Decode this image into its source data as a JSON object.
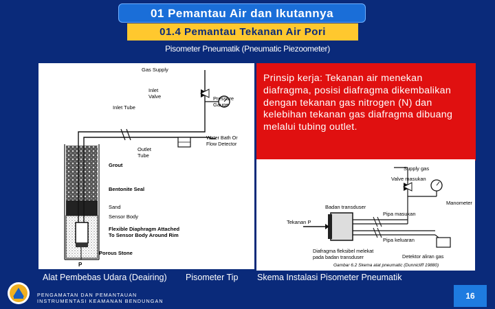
{
  "header": {
    "title": "01  Pemantau Air dan Ikutannya",
    "subtitle": "01.4  Pemantau Tekanan Air Pori"
  },
  "section": {
    "caption": "Pisometer Pneumatik (Pneumatic Piezoometer)"
  },
  "principle": {
    "text": "Prinsip kerja: Tekanan air menekan diafragma, posisi diafragma dikembalikan dengan tekanan gas nitrogen (N) dan kelebihan tekanan gas diafragma dibuang melalui tubing outlet."
  },
  "left_diagram": {
    "labels": {
      "gas_supply": "Gas Supply",
      "inlet_valve_1": "Inlet",
      "inlet_valve_2": "Valve",
      "pressure_gauge_1": "Pressure",
      "pressure_gauge_2": "Gauge",
      "inlet_tube": "Inlet Tube",
      "water_bath_1": "Water Bath Or",
      "water_bath_2": "Flow Detector",
      "outlet_tube_1": "Outlet",
      "outlet_tube_2": "Tube",
      "grout": "Grout",
      "bentonite": "Bentonite Seal",
      "sand": "Sand",
      "sensor_body": "Sensor Body",
      "diaphragm_1": "Flexible Diaphragm Attached",
      "diaphragm_2": "To Sensor Body Around Rim",
      "porous_stone": "Porous Stone",
      "p": "P"
    }
  },
  "right_diagram": {
    "labels": {
      "supply_gas": "Supply gas",
      "valve_masukan": "Valve masukan",
      "manometer": "Manometer",
      "badan_transduser": "Badan transduser",
      "pipa_masukan": "Pipa masukan",
      "tekanan_p": "Tekanan P",
      "pipa_keluaran": "Pipa keluaran",
      "diafragma_1": "Diafragma fleksibel melekat",
      "diafragma_2": "pada badan transduser",
      "detektor": "Detektor aliran gas",
      "figure_caption": "Gambar 6.2 Skema alat pneumatic (Dunnicliff 19880)"
    }
  },
  "captions": {
    "left": "Alat Pembebas Udara (Deairing)",
    "middle": "Pisometer Tip",
    "right": "Skema Instalasi Pisometer Pneumatik"
  },
  "footer": {
    "org_line1": "PENGAMATAN DAN PEMANTAUAN",
    "org_line2": "INSTRUMENTASI KEAMANAN BENDUNGAN",
    "page_number": "16"
  },
  "colors": {
    "background": "#0a2a7a",
    "title_bar": "#1a6ed8",
    "subtitle_bar": "#ffc82e",
    "principle_box": "#e01010",
    "page_badge": "#1e7be0"
  }
}
